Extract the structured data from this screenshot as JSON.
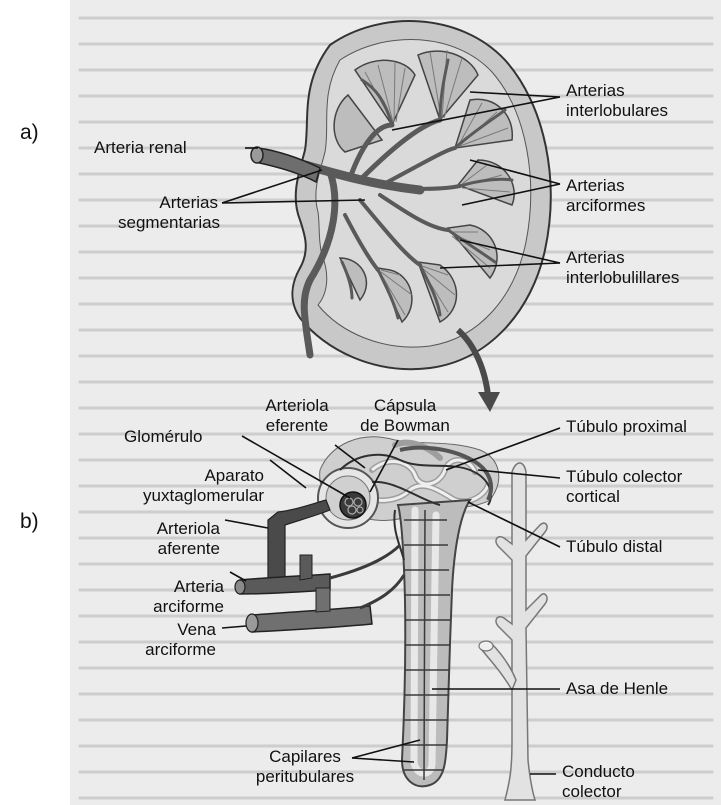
{
  "panels": {
    "a": "a)",
    "b": "b)"
  },
  "labels_a": {
    "interlobulares": [
      "Arterias",
      "interlobulares"
    ],
    "renal": "Arteria renal",
    "segmentarias": [
      "Arterias",
      "segmentarias"
    ],
    "arciformes": [
      "Arterias",
      "arciformes"
    ],
    "interlobulillares": [
      "Arterias",
      "interlobulillares"
    ]
  },
  "labels_b": {
    "arteriola_eferente": [
      "Arteriola",
      "eferente"
    ],
    "capsula": [
      "Cápsula",
      "de Bowman"
    ],
    "glomerulo": "Glomérulo",
    "aparato": [
      "Aparato",
      "yuxtaglomerular"
    ],
    "arteriola_aferente": [
      "Arteriola",
      "aferente"
    ],
    "arteria_arciforme": [
      "Arteria",
      "arciforme"
    ],
    "vena_arciforme": [
      "Vena",
      "arciforme"
    ],
    "capilares": [
      "Capilares",
      "peritubulares"
    ],
    "tubulo_proximal": "Túbulo proximal",
    "tubulo_colector": [
      "Túbulo colector",
      "cortical"
    ],
    "tubulo_distal": "Túbulo distal",
    "asa_henle": "Asa de Henle",
    "conducto": [
      "Conducto",
      "colector"
    ]
  },
  "colors": {
    "background": "#ffffff",
    "page": "#ececec",
    "page_text": "#c4c4c4",
    "kidney_outer": "#c8c8c8",
    "cortex": "#dadada",
    "pyramid": "#bdbdbd",
    "vessel": "#5a5a5a",
    "vessel_dark": "#2f2f2f",
    "tubule": "#d4d4d4",
    "duct": "#e2e2e2",
    "line": "#111111"
  }
}
